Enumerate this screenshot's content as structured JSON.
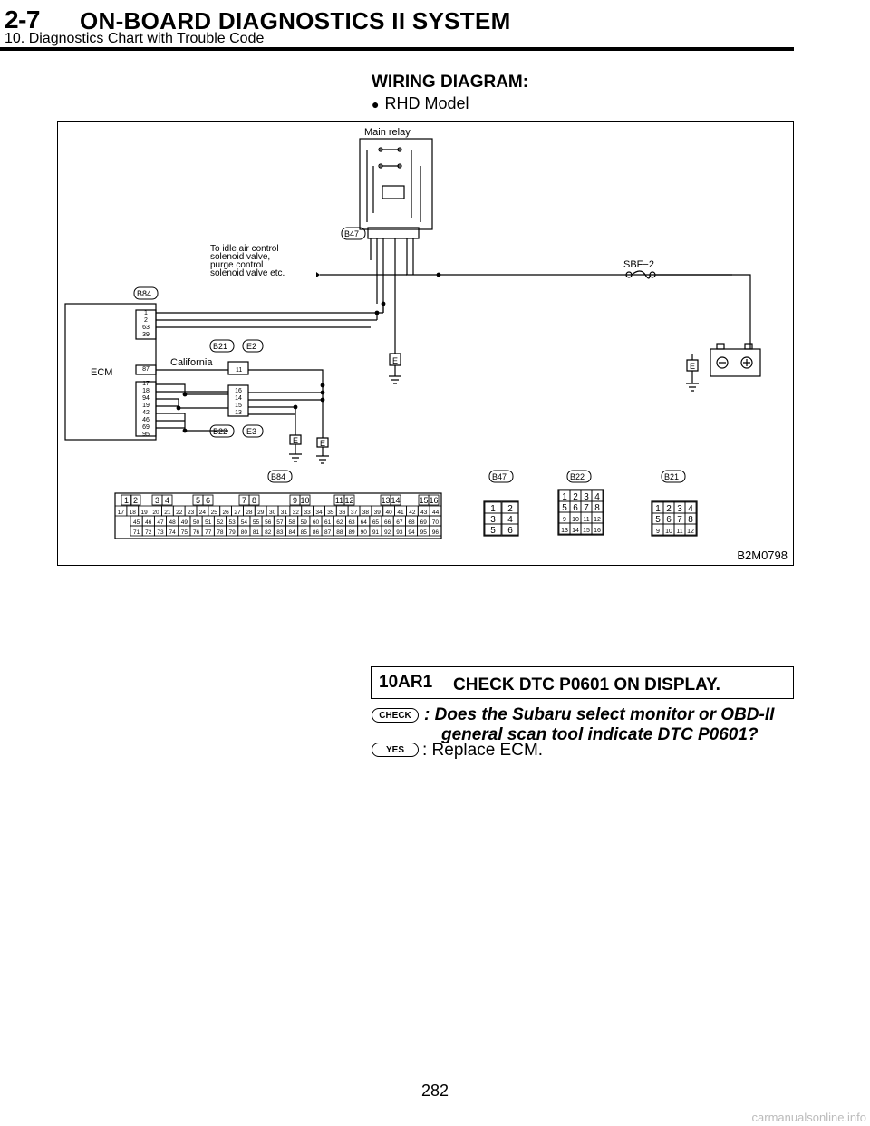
{
  "header": {
    "section_number": "2-7",
    "title": "ON-BOARD DIAGNOSTICS II SYSTEM",
    "subtitle": "10. Diagnostics Chart with Trouble Code"
  },
  "section": {
    "title": "WIRING DIAGRAM:",
    "bullet": "RHD Model"
  },
  "diagram": {
    "figure_id": "B2M0798",
    "labels": {
      "main_relay": "Main relay",
      "b47": "B47",
      "b84": "B84",
      "b21": "B21",
      "b22": "B22",
      "e2": "E2",
      "e3": "E3",
      "ecm": "ECM",
      "california": "California",
      "sbf": "SBF−2",
      "ground": "E",
      "to_idle_line1": "To idle air control",
      "to_idle_line2": "solenoid valve,",
      "to_idle_line3": "purge control",
      "to_idle_line4": "solenoid valve etc."
    },
    "ecm_pins": [
      "1",
      "2",
      "63",
      "39",
      "87",
      "17",
      "18",
      "94",
      "19",
      "42",
      "46",
      "69",
      "95"
    ],
    "california_pin": "11",
    "b22_pins": [
      "16",
      "14",
      "15",
      "13"
    ],
    "connector_b84": {
      "row1": [
        "1",
        "2",
        "3",
        "4",
        "5",
        "6",
        "7",
        "8",
        "9",
        "10",
        "11",
        "12",
        "13",
        "14",
        "15",
        "16"
      ],
      "row2": [
        "17",
        "18",
        "19",
        "20",
        "21",
        "22",
        "23",
        "24",
        "25",
        "26",
        "27",
        "28",
        "29",
        "30",
        "31",
        "32",
        "33",
        "34",
        "35",
        "36",
        "37",
        "38",
        "39",
        "40",
        "41",
        "42",
        "43",
        "44"
      ],
      "row3": [
        "45",
        "46",
        "47",
        "48",
        "49",
        "50",
        "51",
        "52",
        "53",
        "54",
        "55",
        "56",
        "57",
        "58",
        "59",
        "60",
        "61",
        "62",
        "63",
        "64",
        "65",
        "66",
        "67",
        "68",
        "69",
        "70"
      ],
      "row4": [
        "71",
        "72",
        "73",
        "74",
        "75",
        "76",
        "77",
        "78",
        "79",
        "80",
        "81",
        "82",
        "83",
        "84",
        "85",
        "86",
        "87",
        "88",
        "89",
        "90",
        "91",
        "92",
        "93",
        "94",
        "95",
        "96"
      ]
    },
    "connector_b47": [
      "1",
      "2",
      "3",
      "4",
      "5",
      "6"
    ],
    "connector_b22": [
      "1",
      "2",
      "3",
      "4",
      "5",
      "6",
      "7",
      "8",
      "9",
      "10",
      "11",
      "12",
      "13",
      "14",
      "15",
      "16"
    ],
    "connector_b21": [
      "1",
      "2",
      "3",
      "4",
      "5",
      "6",
      "7",
      "8",
      "9",
      "10",
      "11",
      "12"
    ]
  },
  "step": {
    "code": "10AR1",
    "title": "CHECK DTC P0601 ON DISPLAY."
  },
  "check": {
    "badge": "CHECK",
    "question_line1": ": Does the Subaru select monitor or OBD-II",
    "question_line2": "general scan tool indicate DTC P0601?"
  },
  "yes": {
    "badge": "YES",
    "answer": ": Replace ECM."
  },
  "footer": {
    "page_number": "282",
    "watermark": "carmanualsonline.info"
  }
}
